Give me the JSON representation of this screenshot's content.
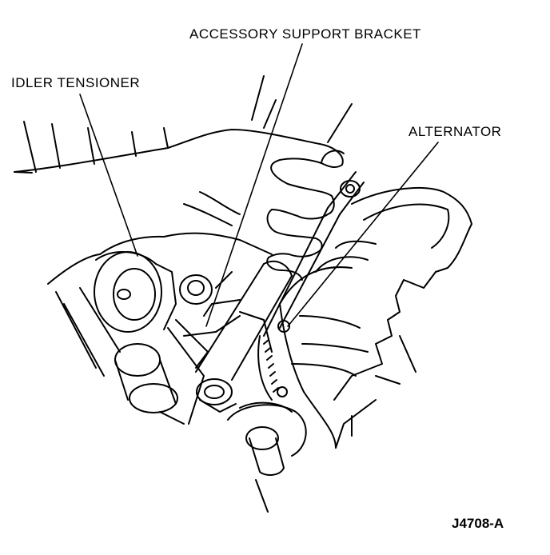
{
  "labels": {
    "accessory_support_bracket": "ACCESSORY SUPPORT BRACKET",
    "idler_tensioner": "IDLER TENSIONER",
    "alternator": "ALTERNATOR"
  },
  "figure_code": "J4708-A",
  "colors": {
    "ink": "#000000",
    "background": "#ffffff"
  }
}
